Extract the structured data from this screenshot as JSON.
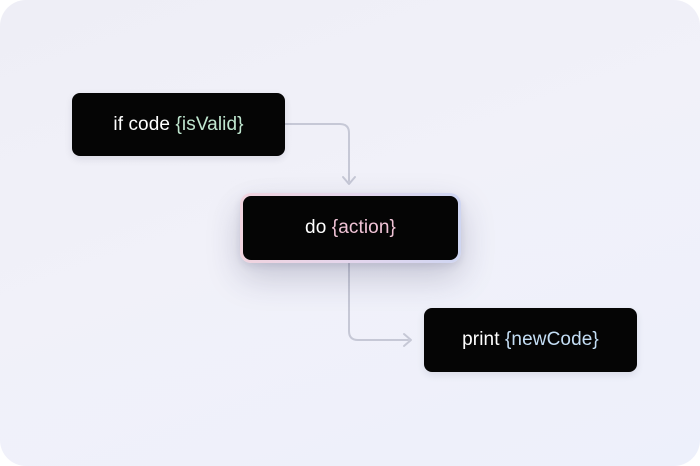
{
  "diagram": {
    "nodes": [
      {
        "id": "if",
        "keyword": "if code",
        "token": "{isValid}",
        "token_color": "#bfe6cf"
      },
      {
        "id": "do",
        "keyword": "do",
        "token": "{action}",
        "token_color": "#f0c3d6"
      },
      {
        "id": "print",
        "keyword": "print",
        "token": "{newCode}",
        "token_color": "#c4def5"
      }
    ],
    "edges": [
      {
        "from": "if",
        "to": "do"
      },
      {
        "from": "do",
        "to": "print"
      }
    ],
    "colors": {
      "node_background": "#050505",
      "node_text": "#ffffff",
      "connector": "#c6c8d6"
    }
  }
}
